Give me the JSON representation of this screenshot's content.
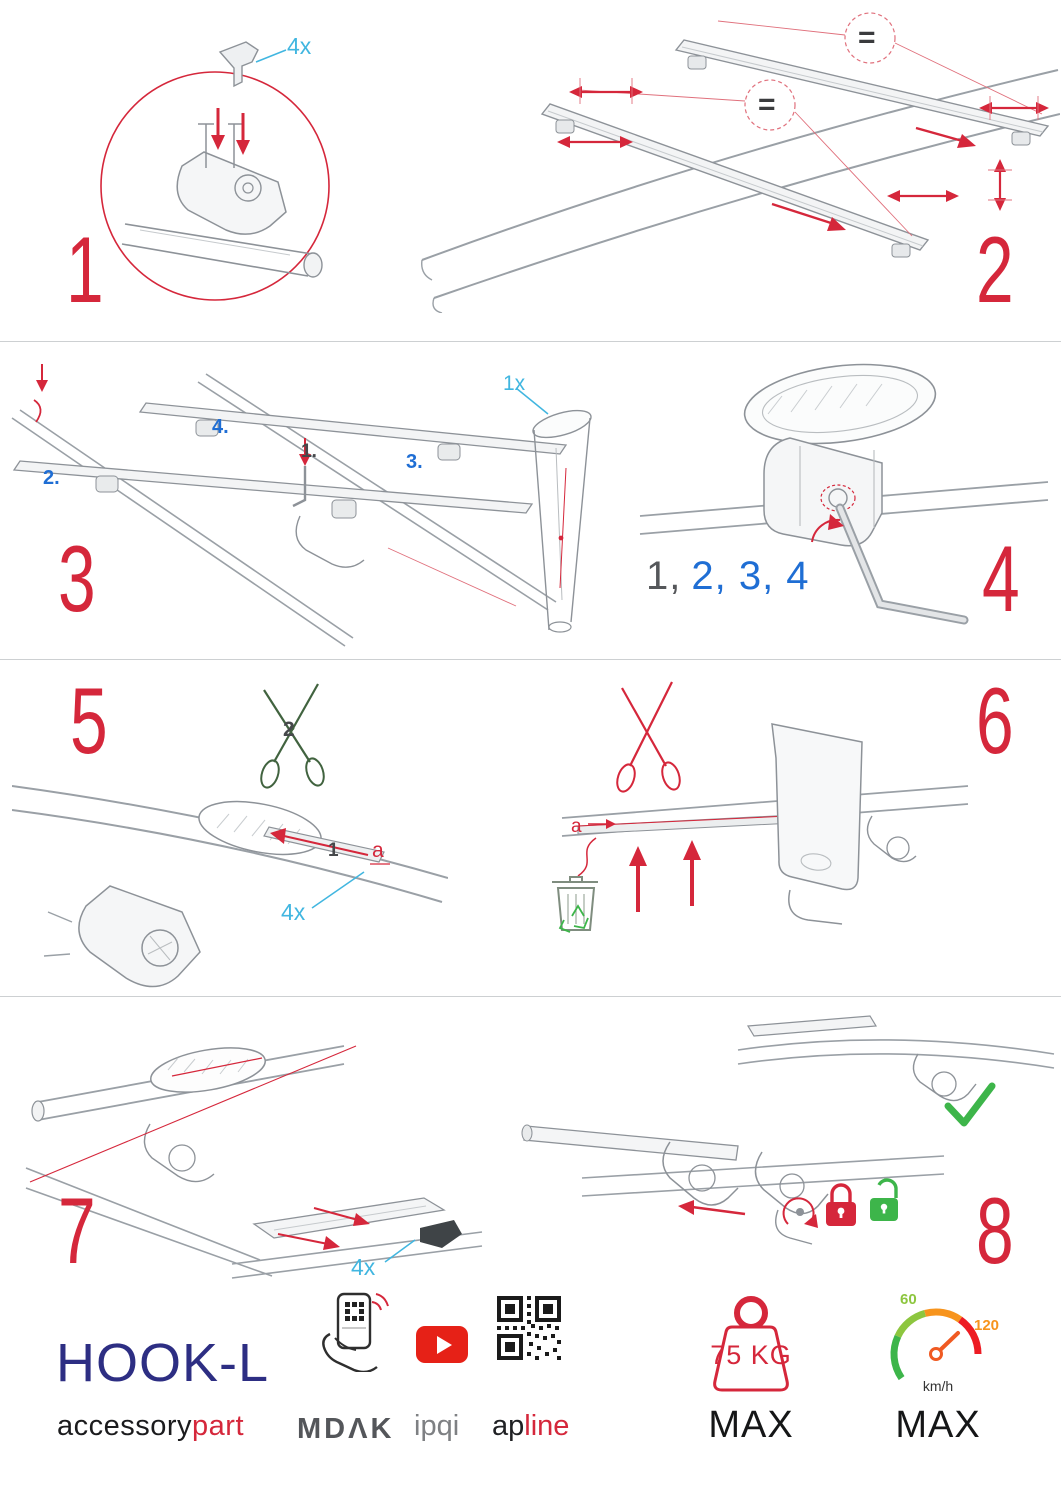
{
  "colors": {
    "accent_red": "#d5273b",
    "callout_cyan": "#41b6e0",
    "label_blue": "#1f6ed4",
    "brand_navy": "#2d2e83",
    "ok_green": "#3db54a",
    "drawing_gray": "#8d9298"
  },
  "steps": {
    "s1": {
      "number": "1",
      "qty": "4x"
    },
    "s2": {
      "number": "2",
      "equals_top": "=",
      "equals_mid": "="
    },
    "s3": {
      "number": "3",
      "qty": "1x",
      "label_1": "1.",
      "label_2": "2.",
      "label_3": "3.",
      "label_4": "4."
    },
    "s4": {
      "number": "4",
      "seq_first": "1,",
      "seq_rest": "2, 3, 4"
    },
    "s5": {
      "number": "5",
      "cut_order": "2",
      "strip_label": "1",
      "edge_label": "a",
      "qty": "4x"
    },
    "s6": {
      "number": "6",
      "edge_label": "a"
    },
    "s7": {
      "number": "7",
      "qty": "4x"
    },
    "s8": {
      "number": "8"
    }
  },
  "footer": {
    "product_name": "HOOK-L",
    "brand_part1": "accessory",
    "brand_part2": "part",
    "logo_mdak": "MDΛK",
    "logo_ipqi": "ipqi",
    "logo_apline_part1": "ap",
    "logo_apline_part2": "line",
    "weight_limit": "75 KG",
    "weight_max_label": "MAX",
    "speed_low": "60",
    "speed_high": "120",
    "speed_unit": "km/h",
    "speed_max_label": "MAX"
  }
}
